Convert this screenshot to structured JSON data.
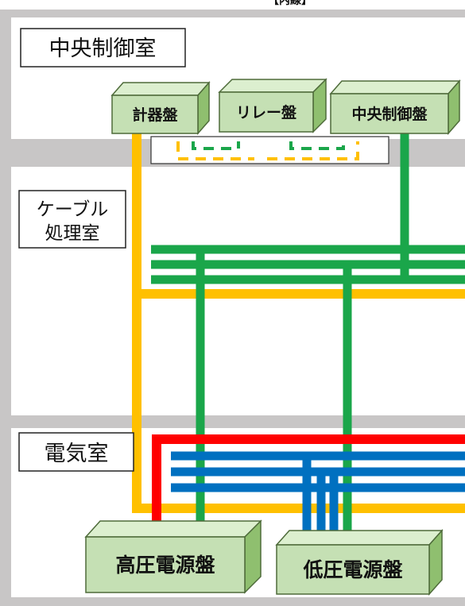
{
  "header_fragment": "【内線】",
  "rooms": {
    "control_room": "中央制御室",
    "cable_room_line1": "ケーブル",
    "cable_room_line2": "処理室",
    "electrical_room": "電気室"
  },
  "panels": {
    "instrument": "計器盤",
    "relay": "リレー盤",
    "central_control": "中央制御盤",
    "high_voltage": "高圧電源盤",
    "low_voltage": "低圧電源盤"
  },
  "colors": {
    "frame_gray": "#c8c6c6",
    "panel_fill": "#c5e0b4",
    "panel_top": "#dcefcf",
    "panel_side": "#8fbf6f",
    "panel_stroke": "#4e6b3a",
    "cable_yellow": "#ffc000",
    "cable_green": "#1aa64a",
    "cable_red": "#ff0000",
    "cable_blue": "#0070c0"
  }
}
